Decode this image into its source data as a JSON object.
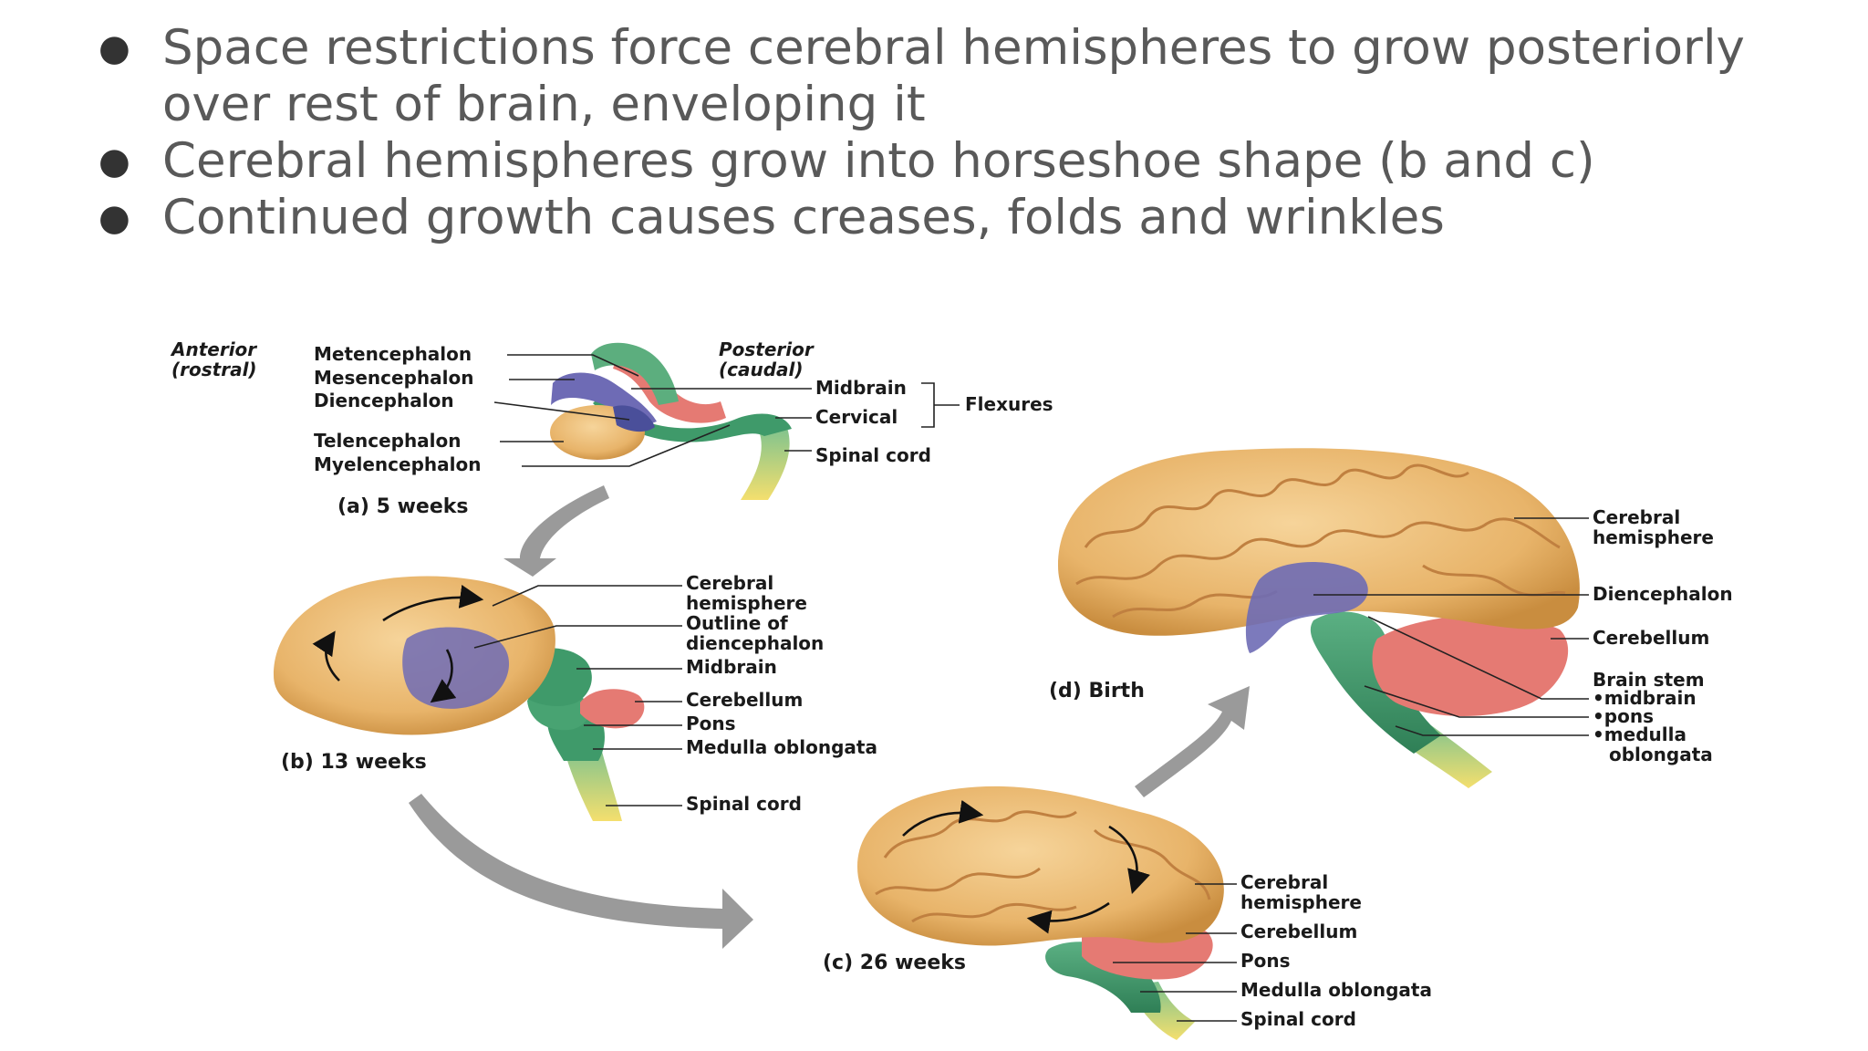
{
  "bullets": [
    "Space restrictions force cerebral hemispheres to grow posteriorly over rest of brain, enveloping it",
    "Cerebral hemispheres grow into horseshoe shape (b and c)",
    "Continued growth causes creases, folds and wrinkles"
  ],
  "diagram": {
    "a": {
      "caption": "(a) 5 weeks",
      "anterior": [
        "Anterior",
        "(rostral)"
      ],
      "posterior": [
        "Posterior",
        "(caudal)"
      ],
      "left_labels": [
        "Metencephalon",
        "Mesencephalon",
        "Diencephalon",
        "Telencephalon",
        "Myelencephalon"
      ],
      "flexure_labels": [
        "Midbrain",
        "Cervical"
      ],
      "flexures": "Flexures",
      "spinal_cord": "Spinal cord"
    },
    "b": {
      "caption": "(b) 13 weeks",
      "labels": [
        "Cerebral",
        "hemisphere",
        "Outline of",
        "diencephalon",
        "Midbrain",
        "Cerebellum",
        "Pons",
        "Medulla oblongata",
        "Spinal cord"
      ]
    },
    "c": {
      "caption": "(c) 26 weeks",
      "labels": [
        "Cerebral",
        "hemisphere",
        "Cerebellum",
        "Pons",
        "Medulla oblongata",
        "Spinal cord"
      ]
    },
    "d": {
      "caption": "(d) Birth",
      "labels": [
        "Cerebral",
        "hemisphere",
        "Diencephalon",
        "Cerebellum",
        "Brain stem",
        "•midbrain",
        "•pons",
        "•medulla",
        "oblongata"
      ]
    },
    "colors": {
      "cerebrum": "#e8b46a",
      "diencephalon": "#6e6bb5",
      "brainstem": "#3f9a6a",
      "cerebellum": "#e57a73",
      "spinal_cord": "#f2d35a",
      "arrow": "#9a9a9a"
    }
  }
}
